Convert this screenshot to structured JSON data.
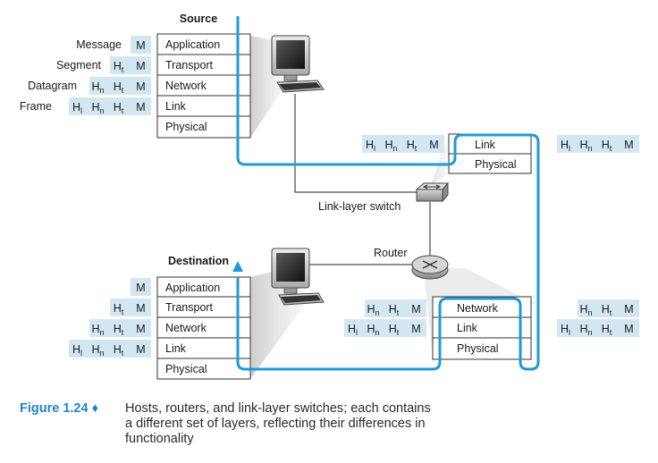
{
  "colors": {
    "accent": "#1f9ad6",
    "header_cell": "#d3e7f3",
    "figure_label": "#1f86c7",
    "box_border": "#333333"
  },
  "source": {
    "title": "Source",
    "layers": [
      "Application",
      "Transport",
      "Network",
      "Link",
      "Physical"
    ],
    "pdu_names": [
      "Message",
      "Segment",
      "Datagram",
      "Frame"
    ]
  },
  "destination": {
    "title": "Destination",
    "layers": [
      "Application",
      "Transport",
      "Network",
      "Link",
      "Physical"
    ]
  },
  "switch": {
    "label": "Link-layer switch",
    "layers": [
      "Link",
      "Physical"
    ]
  },
  "router": {
    "label": "Router",
    "layers": [
      "Network",
      "Link",
      "Physical"
    ]
  },
  "headers": {
    "message": "M",
    "transport": "H",
    "transport_sub": "t",
    "network": "H",
    "network_sub": "n",
    "link": "H",
    "link_sub": "l"
  },
  "caption": {
    "figure": "Figure 1.24",
    "bullet": "♦",
    "lines": [
      "Hosts, routers, and link-layer switches; each contains",
      "a different set of layers, reflecting their differences in",
      "functionality"
    ]
  }
}
